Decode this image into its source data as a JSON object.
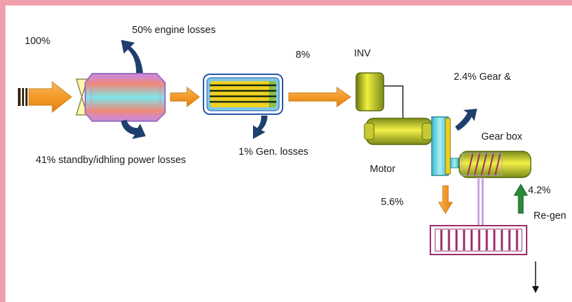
{
  "labels": {
    "input_pct": "100%",
    "engine_losses": "50% engine losses",
    "standby_losses": "41% standby/idhling power losses",
    "gen_losses": "1% Gen. losses",
    "to_inv_pct": "8%",
    "inv": "INV",
    "gear_losses": "2.4% Gear &",
    "gear_box": "Gear box",
    "motor": "Motor",
    "motor_out_pct": "5.6%",
    "regen_pct": "4.2%",
    "regen": "Re-gen"
  },
  "colors": {
    "frame": "#f0a0ac",
    "flow_arrow": "#f4a030",
    "loss_arrow": "#1f3f6e",
    "regen_arrow": "#2a8a3a",
    "wheel": "#9a2a6a"
  }
}
